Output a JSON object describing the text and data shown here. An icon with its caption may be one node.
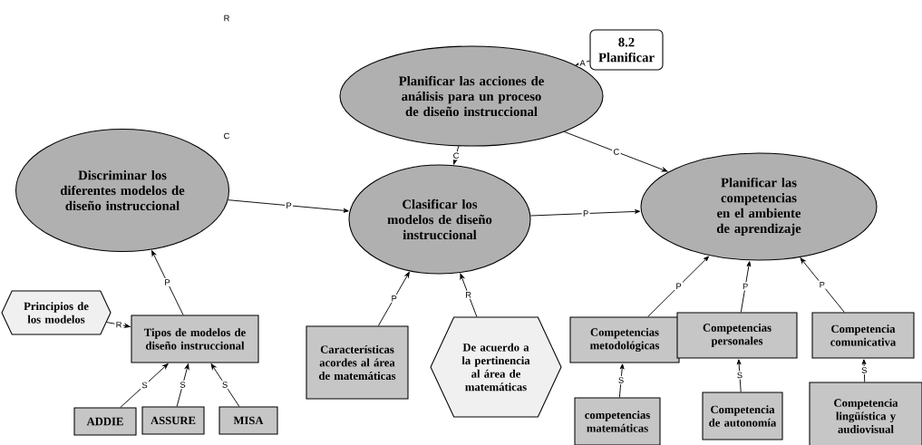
{
  "diagram": {
    "nodes": [
      {
        "text": [
          "Planificar las acciones de análisis para un proceso de diseño instruccional"
        ]
      },
      {
        "text": [
          "8.2 Planificar"
        ]
      },
      {
        "text": [
          "Discriminar los diferentes modelos de diseño instruccional"
        ]
      },
      {
        "text": [
          "Clasificar los modelos de diseño instruccional"
        ]
      },
      {
        "text": [
          "Planificar las competencias en el ambiente de aprendizaje"
        ]
      },
      {
        "text": [
          "Principios de los modelos"
        ]
      },
      {
        "text": [
          "Tipos de modelos de diseño instruccional"
        ]
      },
      {
        "text": [
          "ADDIE"
        ]
      },
      {
        "text": [
          "ASSURE"
        ]
      },
      {
        "text": [
          "MISA"
        ]
      },
      {
        "text": [
          "Características acordes al área de matemáticas"
        ]
      },
      {
        "text": [
          "De acuerdo a la pertinencia al área de matemáticas"
        ]
      },
      {
        "text": [
          "Competencias metodológicas"
        ]
      },
      {
        "text": [
          "Competencias personales"
        ]
      },
      {
        "text": [
          "Competencia comunicativa"
        ]
      },
      {
        "text": [
          "competencias matemáticas"
        ]
      },
      {
        "text": [
          "Competencia de autonomía"
        ]
      },
      {
        "text": [
          "Competencia lingüística y audiovisual"
        ]
      }
    ],
    "edges": [
      {
        "from": 1,
        "to": 0,
        "arrow": "to",
        "label": "A"
      },
      {
        "from": 0,
        "to": 3,
        "arrow": "to",
        "label": "C"
      },
      {
        "from": 0,
        "to": 4,
        "arrow": "to",
        "label": "C"
      },
      {
        "from": 2,
        "to": 3,
        "arrow": "to",
        "label": "P"
      },
      {
        "from": 3,
        "to": 4,
        "arrow": "to",
        "label": "P"
      },
      {
        "from": 6,
        "to": 2,
        "arrow": "to",
        "label": "P"
      },
      {
        "from": 5,
        "to": 6,
        "arrow": "to",
        "label": "R"
      },
      {
        "from": 7,
        "to": 6,
        "arrow": "to",
        "label": "S"
      },
      {
        "from": 8,
        "to": 6,
        "arrow": "to",
        "label": "S"
      },
      {
        "from": 9,
        "to": 6,
        "arrow": "to",
        "label": "S"
      },
      {
        "from": 10,
        "to": 3,
        "arrow": "to",
        "label": "P"
      },
      {
        "from": 11,
        "to": 3,
        "arrow": "to",
        "label": "R"
      },
      {
        "from": 12,
        "to": 4,
        "arrow": "to",
        "label": "P"
      },
      {
        "from": 13,
        "to": 4,
        "arrow": "to",
        "label": "P"
      },
      {
        "from": 14,
        "to": 4,
        "arrow": "to",
        "label": "P"
      },
      {
        "from": 15,
        "to": 12,
        "arrow": "to",
        "label": "S"
      },
      {
        "from": 16,
        "to": 13,
        "arrow": "to",
        "label": "S"
      },
      {
        "from": 17,
        "to": 14,
        "arrow": "to",
        "label": "S"
      }
    ],
    "labels": [
      "R",
      "C"
    ]
  }
}
